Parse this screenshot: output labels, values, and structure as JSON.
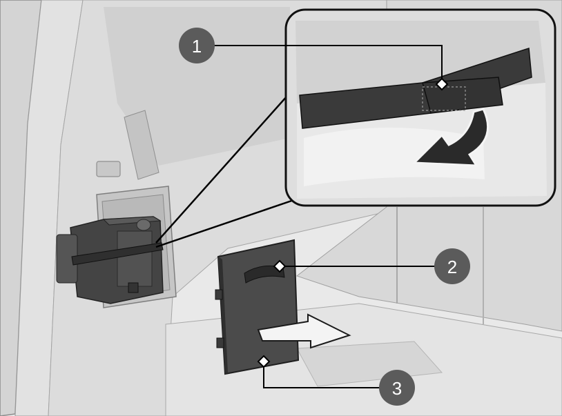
{
  "callouts": [
    {
      "id": "1",
      "label": "1"
    },
    {
      "id": "2",
      "label": "2"
    },
    {
      "id": "3",
      "label": "3"
    }
  ],
  "colors": {
    "panel_light": "#e6e6e6",
    "panel_mid": "#cfcfcf",
    "panel_dark": "#bdbdbd",
    "shadow": "#9a9a9a",
    "strap": "#3a3a3a",
    "cover": "#4a4a4a",
    "battery": "#3f3f3f",
    "callout_fill": "#5b5b5b",
    "callout_text": "#ffffff",
    "leader": "#000000"
  }
}
